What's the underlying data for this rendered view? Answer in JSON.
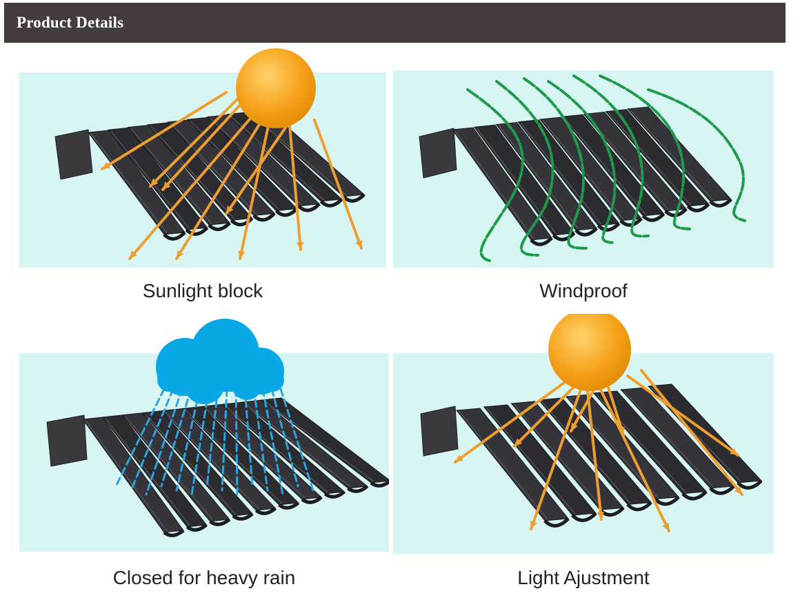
{
  "header": {
    "title": "Product Details"
  },
  "colors": {
    "header_bg": "#433c3a",
    "panel_bg": "#d6f5f3",
    "louver": "#2f2f33",
    "sun": "#f5a000",
    "ray": "#ee9e2e",
    "wind": "#1f9a4a",
    "cloud": "#0aa7e6",
    "rain": "#2aa5e0"
  },
  "panels": [
    {
      "caption": "Sunlight block",
      "icon": "sun-icon"
    },
    {
      "caption": "Windproof",
      "icon": "wind-icon"
    },
    {
      "caption": "Closed for heavy rain",
      "icon": "rain-cloud-icon"
    },
    {
      "caption": "Light Ajustment",
      "icon": "sun-icon"
    }
  ]
}
